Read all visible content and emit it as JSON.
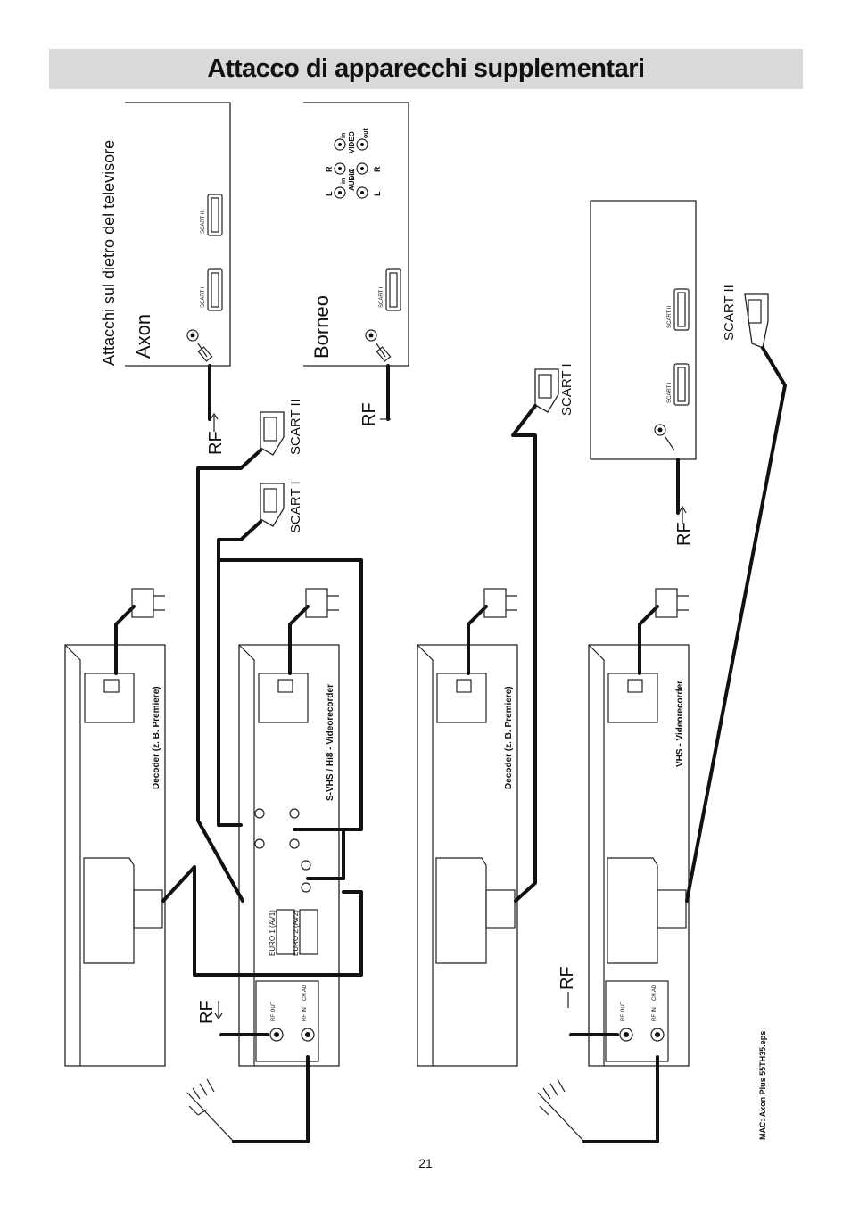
{
  "page": {
    "title": "Attacco di apparecchi supplementari",
    "page_number": "21",
    "file_note": "MAC: Axon Plus 55TH35.eps"
  },
  "tv_section": {
    "heading": "Attacchi sul dietro del televisore",
    "models": [
      {
        "name": "Axon",
        "scart_labels": [
          "SCART I",
          "SCART II"
        ]
      },
      {
        "name": "Borneo",
        "scart_labels": [
          "SCART I"
        ],
        "av_labels": {
          "audio": "AUDIO",
          "video": "VIDEO",
          "in": "in",
          "out": "out",
          "left": "L",
          "right": "R"
        }
      }
    ]
  },
  "connector_labels": {
    "rf": "RF",
    "scart_1": "SCART I",
    "scart_2": "SCART II"
  },
  "devices": [
    {
      "name": "Decoder  (z. B. Premiere)"
    },
    {
      "name": "S-VHS / Hi8 - Videorecorder",
      "ports": [
        "EURO 1 (AV1)",
        "EURO 2 (AV2)",
        "RF OUT",
        "RF IN",
        "CH AD"
      ]
    },
    {
      "name": "Decoder  (z. B. Premiere)"
    },
    {
      "name": "VHS - Videorecorder",
      "ports": [
        "RF OUT",
        "RF IN",
        "CH AD"
      ]
    }
  ]
}
